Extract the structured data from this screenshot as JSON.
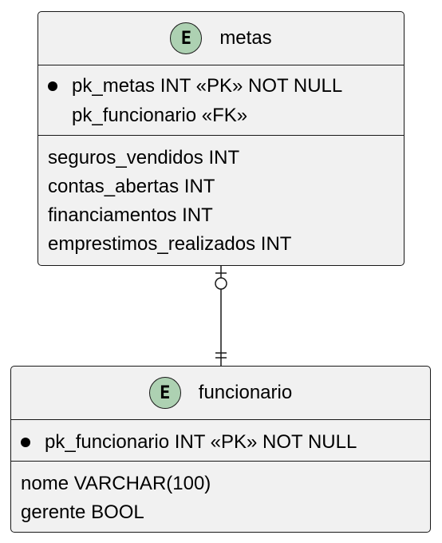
{
  "badge_letter": "E",
  "colors": {
    "entity_fill": "#f1f1f1",
    "badge_fill": "#add1b2",
    "line": "#181818"
  },
  "entities": {
    "metas": {
      "name": "metas",
      "key_fields": [
        "pk_metas INT «PK» NOT NULL",
        "pk_funcionario «FK»"
      ],
      "fields": [
        "seguros_vendidos INT",
        "contas_abertas INT",
        "financiamentos INT",
        "emprestimos_realizados INT"
      ]
    },
    "funcionario": {
      "name": "funcionario",
      "key_fields": [
        "pk_funcionario INT «PK» NOT NULL"
      ],
      "fields": [
        "nome VARCHAR(100)",
        "gerente BOOL"
      ]
    }
  },
  "relationship": {
    "from": "metas",
    "to": "funcionario",
    "from_cardinality": "zero-or-one",
    "to_cardinality": "exactly-one"
  }
}
